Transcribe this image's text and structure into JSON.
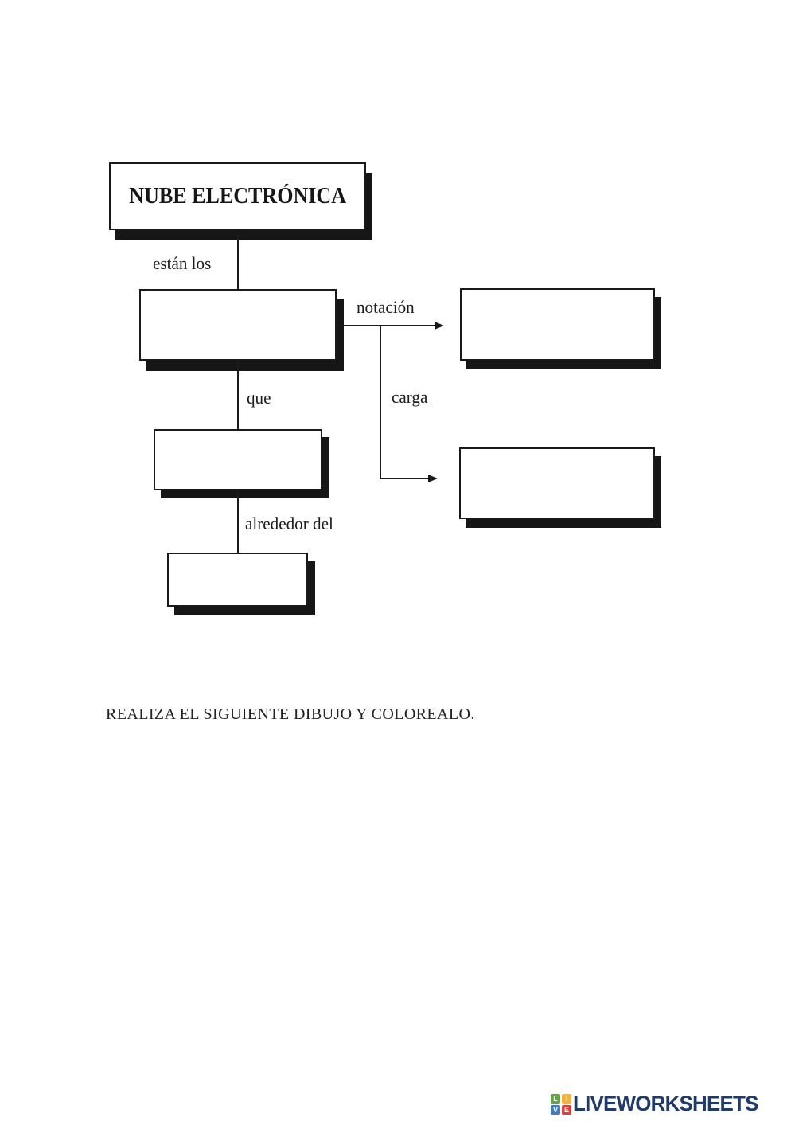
{
  "page": {
    "background_color": "#ffffff",
    "ink_color": "#1a1a1a"
  },
  "diagram": {
    "title": "NUBE ELECTRÓNICA",
    "connector_labels": {
      "estan_los": "están los",
      "notacion": "notación",
      "que": "que",
      "carga": "carga",
      "alrededor_del": "alrededor del"
    },
    "blank_boxes": [
      "blank-under-estan-los",
      "blank-target-notacion",
      "blank-target-que",
      "blank-target-carga",
      "blank-target-alrededor-del"
    ]
  },
  "instruction": "REALIZA EL SIGUIENTE DIBUJO Y COLOREALO.",
  "footer": {
    "brand": "LIVEWORKSHEETS",
    "brand_color": "#1e3a6e",
    "logo_tiles": [
      {
        "letter": "L",
        "color": "#61a744"
      },
      {
        "letter": "I",
        "color": "#f9b233"
      },
      {
        "letter": "V",
        "color": "#3f7ec1"
      },
      {
        "letter": "E",
        "color": "#ed3833"
      }
    ]
  }
}
